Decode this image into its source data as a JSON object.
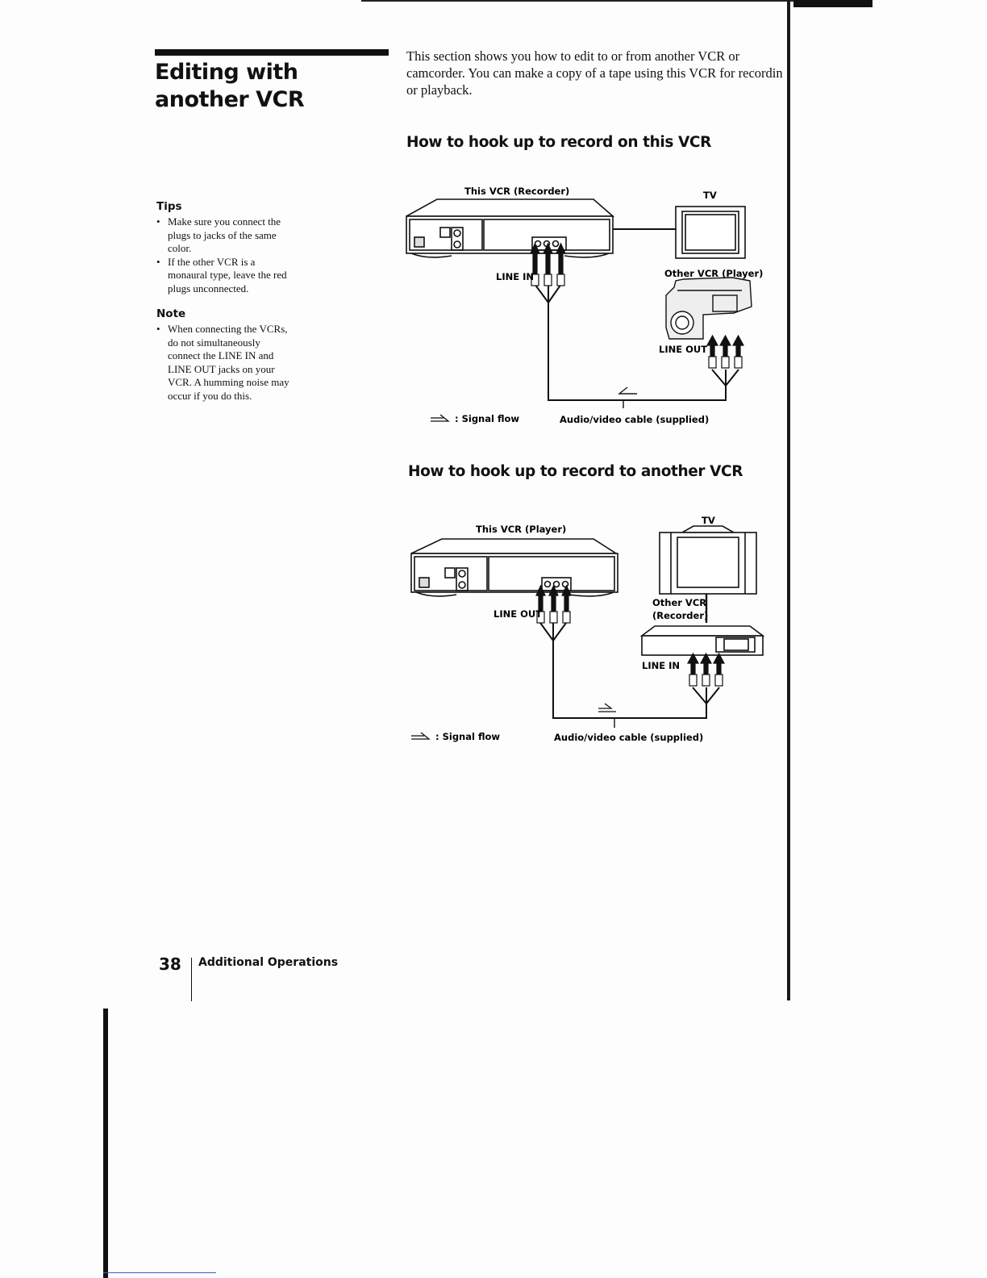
{
  "page": {
    "title": "Editing with another VCR",
    "intro": [
      "This section shows you how to edit to or from another VCR or",
      "camcorder. You can make a copy of a tape using this VCR for recordin",
      "or playback."
    ]
  },
  "sidebar": {
    "tips_heading": "Tips",
    "tips": [
      [
        "Make sure you connect the",
        "plugs to jacks of the same",
        "color."
      ],
      [
        "If the other VCR is a",
        "monaural type, leave the red",
        "plugs unconnected."
      ]
    ],
    "note_heading": "Note",
    "notes": [
      [
        "When connecting the VCRs,",
        "do not simultaneously",
        "connect the LINE IN and",
        "LINE OUT jacks on your",
        "VCR. A humming noise may",
        "occur if you do this."
      ]
    ]
  },
  "section1": {
    "heading": "How to hook up to record on this VCR",
    "vcr_label": "This VCR (Recorder)",
    "tv_label": "TV",
    "line_in": "LINE IN",
    "other_label": "Other VCR (Player)",
    "line_out": "LINE OUT",
    "signal_flow": ": Signal flow",
    "cable": "Audio/video cable (supplied)"
  },
  "section2": {
    "heading": "How to hook up to record to another VCR",
    "vcr_label": "This VCR (Player)",
    "tv_label": "TV",
    "line_out": "LINE OUT",
    "other_label_1": "Other VCR",
    "other_label_2": "(Recorder)",
    "line_in": "LINE IN",
    "signal_flow": ": Signal flow",
    "cable": "Audio/video cable (supplied)"
  },
  "footer": {
    "page_number": "38",
    "section": "Additional Operations"
  }
}
